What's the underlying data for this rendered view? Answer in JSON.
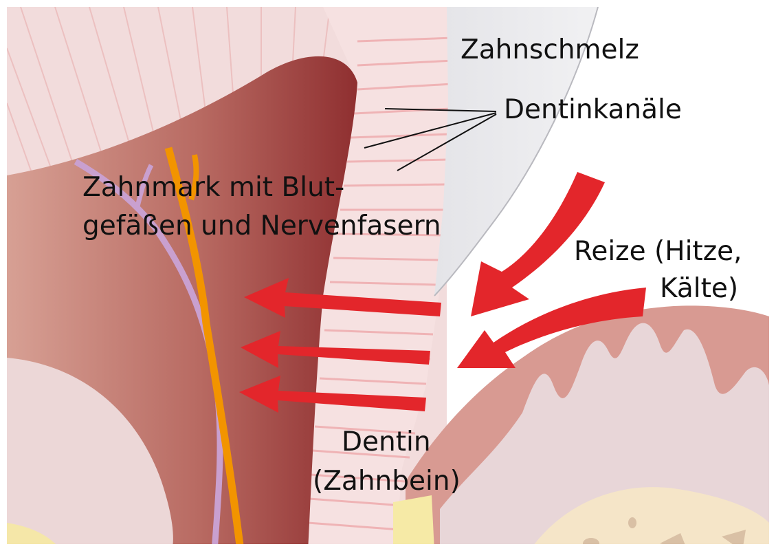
{
  "labels": {
    "enamel": "Zahnschmelz",
    "tubules": "Dentinkanäle",
    "pulp_line1": "Zahnmark mit Blut-",
    "pulp_line2": "gefäßen und Nervenfasern",
    "stimuli_line1": "Reize (Hitze,",
    "stimuli_line2": "Kälte)",
    "dentin_line1": "Dentin",
    "dentin_line2": "(Zahnbein)"
  },
  "colors": {
    "background": "#ffffff",
    "outer_tissue": "#f2dcdc",
    "dentin": "#f6e1e1",
    "dentin_stripes": "#efb3b5",
    "enamel": "#ebebee",
    "pulp_dark": "#9e3c3c",
    "pulp_light": "#d49a8f",
    "nerve": "#f29400",
    "vessel": "#c9a0cf",
    "gum": "#d89a92",
    "gum_inner": "#e8d6d8",
    "bone": "#f5e5c8",
    "arrow": "#e3262b"
  }
}
